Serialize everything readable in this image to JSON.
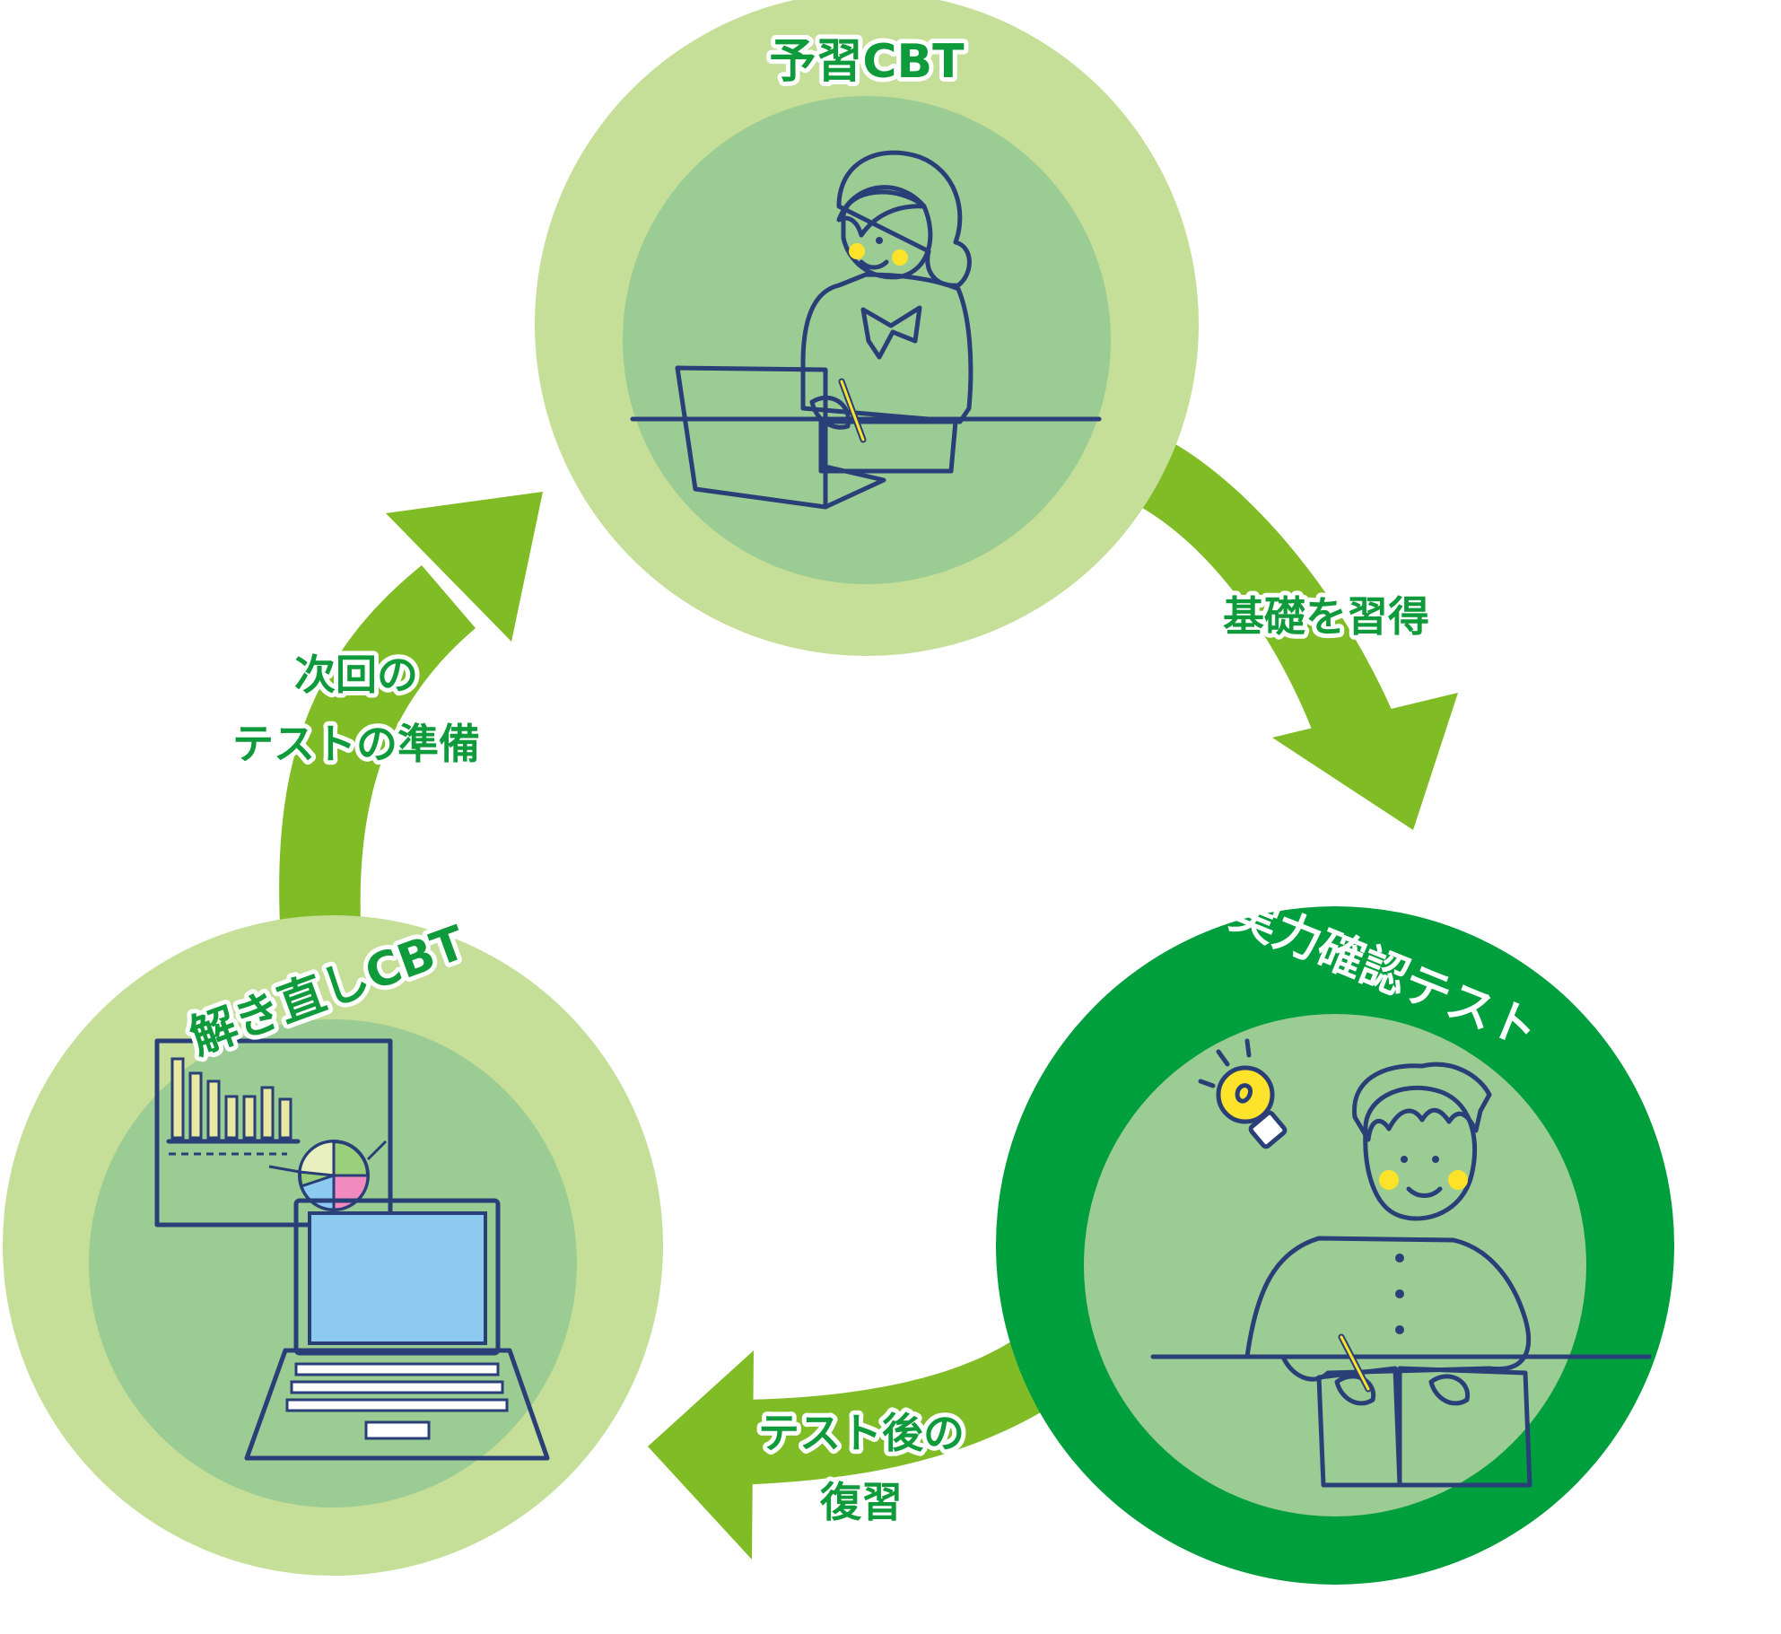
{
  "colors": {
    "arrow": "#80bc25",
    "ring_light": "#c5de98",
    "ring_dark": "#009f3e",
    "inner": "#9bcc94",
    "text_green": "#0f9a3c",
    "outline": "#2a3e78",
    "shirt": "#8ccbef",
    "hair": "#ffe22a"
  },
  "nodes": {
    "top": {
      "title": "予習CBT",
      "illustration": "girl-studying-at-laptop"
    },
    "right": {
      "title": "中学実力確認テスト",
      "illustration": "boy-writing-in-notebook"
    },
    "left": {
      "title": "解き直しCBT",
      "illustration": "laptop-with-analytics-chart"
    }
  },
  "arrows": {
    "top_to_right": {
      "label": "基礎を習得"
    },
    "right_to_left": {
      "line1": "テスト後の",
      "line2": "復習"
    },
    "left_to_top": {
      "line1": "次回の",
      "line2": "テストの準備"
    }
  }
}
